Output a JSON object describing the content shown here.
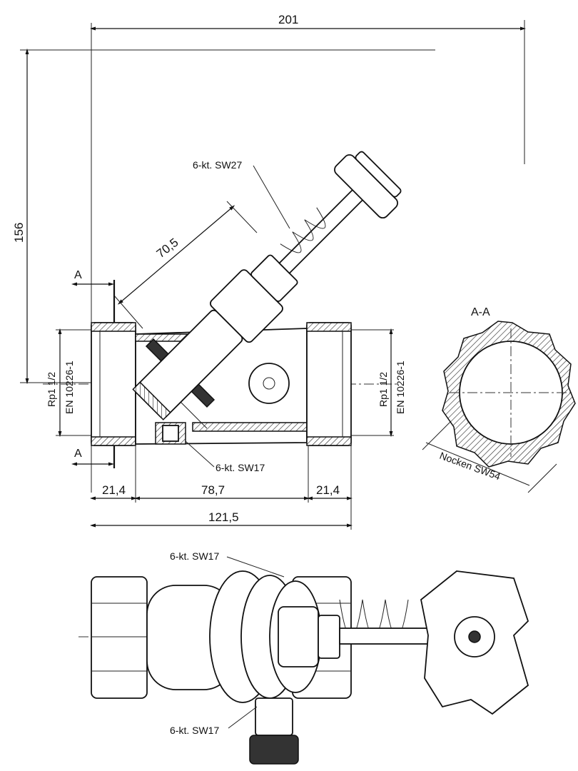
{
  "dimensions": {
    "overall_length": "201",
    "height": "156",
    "bonnet_length": "70,5",
    "left_end": "21,4",
    "center_span": "78,7",
    "right_end": "21,4",
    "body_length": "121,5"
  },
  "labels": {
    "hex_sw27": "6-kt. SW27",
    "hex_sw17_side": "6-kt. SW17",
    "hex_sw17_top": "6-kt. SW17",
    "hex_sw17_bottom": "6-kt. SW17",
    "thread_left_1": "Rp1 1/2",
    "thread_left_2": "EN 10226-1",
    "thread_right_1": "Rp1 1/2",
    "thread_right_2": "EN 10226-1",
    "section_marker_top": "A",
    "section_marker_bottom": "A",
    "section_title": "A-A",
    "cam_label": "Nocken SW54"
  }
}
